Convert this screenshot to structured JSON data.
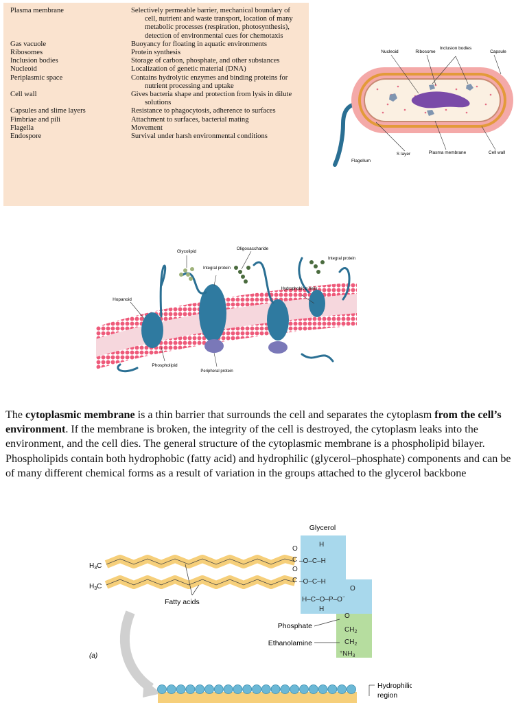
{
  "table": {
    "rows": [
      {
        "name": "Plasma membrane",
        "function": "Selectively permeable barrier, mechanical boundary of cell, nutrient and waste transport, location of many metabolic processes (respiration, photosynthesis), detection of environmental cues for chemotaxis"
      },
      {
        "name": "Gas vacuole",
        "function": "Buoyancy for floating in aquatic environments"
      },
      {
        "name": "Ribosomes",
        "function": "Protein synthesis"
      },
      {
        "name": "Inclusion bodies",
        "function": "Storage of carbon, phosphate, and other substances"
      },
      {
        "name": "Nucleoid",
        "function": "Localization of genetic material (DNA)"
      },
      {
        "name": "Periplasmic space",
        "function": "Contains hydrolytic enzymes and binding proteins for nutrient processing and uptake"
      },
      {
        "name": "Cell wall",
        "function": "Gives bacteria shape and protection from lysis in dilute solutions"
      },
      {
        "name": "Capsules and slime layers",
        "function": "Resistance to phagocytosis, adherence to surfaces"
      },
      {
        "name": "Fimbriae and pili",
        "function": "Attachment to surfaces, bacterial mating"
      },
      {
        "name": "Flagella",
        "function": "Movement"
      },
      {
        "name": "Endospore",
        "function": "Survival under harsh environmental conditions"
      }
    ]
  },
  "cell_diagram": {
    "labels": {
      "nucleoid": "Nucleoid",
      "ribosome": "Ribosome",
      "inclusion": "Inclusion bodies",
      "capsule": "Capsule",
      "flagellum": "Flagellum",
      "slayer": "S layer",
      "plasma": "Plasma membrane",
      "cellwall": "Cell wall"
    }
  },
  "membrane_diagram": {
    "labels": {
      "glycolipid": "Glycolipid",
      "oligosaccharide": "Oligosaccharide",
      "integral_left": "Integral protein",
      "integral_right": "Integral protein",
      "hydrophobic": "Hydrophobic α helix",
      "hopanoid": "Hopanoid",
      "phospholipid": "Phospholipid",
      "peripheral": "Peripheral protein"
    }
  },
  "body_text": {
    "bold1": "cytoplasmic membrane",
    "text1": " is a thin barrier that surrounds the cell and separates the cytoplasm ",
    "bold2": "from the cell’s environment",
    "text2": ". If the membrane is broken, the integrity of the cell is destroyed, the cytoplasm leaks into the environment, and the cell dies. The general structure of the cytoplasmic membrane is a phospholipid bilayer. Phospholipids contain both hydrophobic (fatty acid) and hydrophilic (glycerol–phosphate) components and can be of many different chemical forms as a result of variation in the groups attached to the glycerol backbone",
    "lead": "The "
  },
  "phospholipid_diagram": {
    "labels": {
      "glycerol": "Glycerol",
      "fatty_acids": "Fatty acids",
      "phosphate": "Phosphate",
      "ethanolamine": "Ethanolamine",
      "panel": "(a)",
      "hydrophilic": "Hydrophilic",
      "region": "region"
    }
  },
  "colors": {
    "table_bg": "#fae3cf",
    "capsule": "#f4a9a8",
    "wall": "#e39a3a",
    "membrane_pink": "#ee5a7a",
    "protein_blue": "#2f7aa0",
    "glycerol_blue": "#a8d8ec",
    "ethanolamine_green": "#b6dd9f",
    "fatty_acid": "#f6cf7a"
  }
}
